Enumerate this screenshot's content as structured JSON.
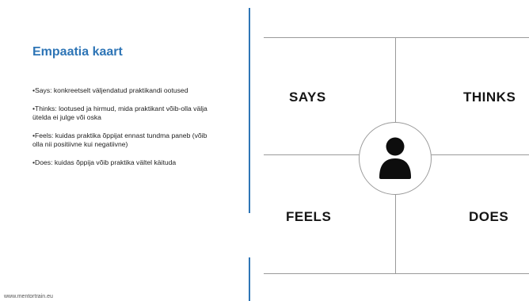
{
  "slide": {
    "title": "Empaatia kaart",
    "bullets": [
      "•Says: konkreetselt väljendatud praktikandi ootused",
      "•Thinks: lootused ja hirmud, mida praktikant võib-olla välja ütelda ei julge või oska",
      "•Feels: kuidas praktika õppijat ennast tundma paneb (võib olla nii positiivne kui negatiivne)",
      "•Does: kuidas õppija võib praktika vältel käituda"
    ],
    "footer": "www.mentortrain.eu"
  },
  "empathy_map": {
    "quadrants": {
      "says": "SAYS",
      "thinks": "THINKS",
      "feels": "FEELS",
      "does": "DOES"
    },
    "center_icon": "person-icon"
  },
  "colors": {
    "accent": "#2e75b6",
    "grid_line": "#9a9a9a",
    "label_text": "#151515",
    "body_text": "#222222"
  }
}
